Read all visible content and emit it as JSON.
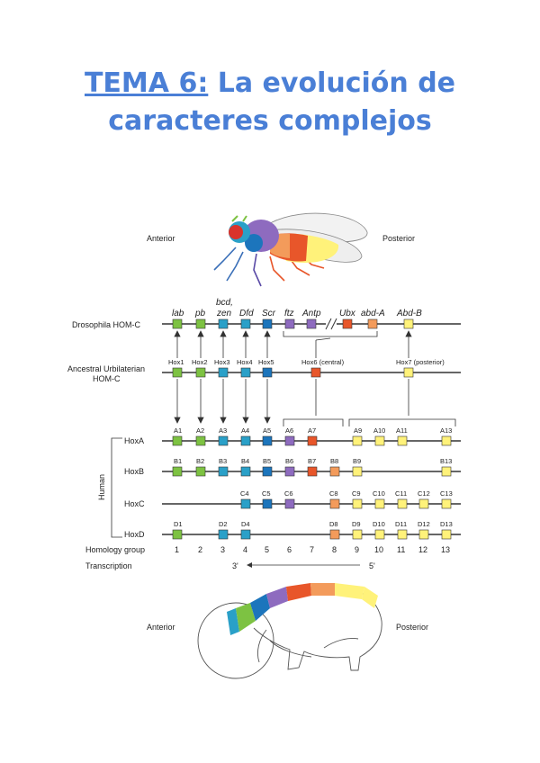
{
  "title": {
    "part1": "TEMA 6:",
    "part2": " La evolución de",
    "line2": "caracteres complejos"
  },
  "colors": {
    "title": "#4a7fd6",
    "green": "#7dc242",
    "teal": "#2aa0c8",
    "blue": "#1c75bc",
    "purple": "#8e6bbf",
    "red": "#e8562a",
    "orange": "#f39b5b",
    "yellow": "#fff27a"
  },
  "fly": {
    "anterior": "Anterior",
    "posterior": "Posterior"
  },
  "embryo": {
    "anterior": "Anterior",
    "posterior": "Posterior"
  },
  "rows": {
    "drosophila": "Drosophila HOM-C",
    "ancestral1": "Ancestral Urbilaterian",
    "ancestral2": "HOM-C",
    "human": "Human",
    "hoxA": "HoxA",
    "hoxB": "HoxB",
    "hoxC": "HoxC",
    "hoxD": "HoxD",
    "homology": "Homology group",
    "transcription": "Transcription",
    "three": "3'",
    "five": "5'"
  },
  "dros_genes": [
    "lab",
    "pb",
    "bcd,",
    "zen",
    "Dfd",
    "Scr",
    "ftz",
    "Antp",
    "Ubx",
    "abd-A",
    "Abd-B"
  ],
  "ancestral_genes": [
    "Hox1",
    "Hox2",
    "Hox3",
    "Hox4",
    "Hox5",
    "Hox6 (central)",
    "Hox7 (posterior)"
  ],
  "hoxA_labels": [
    "A1",
    "A2",
    "A3",
    "A4",
    "A5",
    "A6",
    "A7",
    "A9",
    "A10",
    "A11",
    "A13"
  ],
  "hoxB_labels": [
    "B1",
    "B2",
    "B3",
    "B4",
    "B5",
    "B6",
    "B7",
    "B8",
    "B9",
    "B13"
  ],
  "hoxC_labels": [
    "C4",
    "C5",
    "C6",
    "C8",
    "C9",
    "C10",
    "C11",
    "C12",
    "C13"
  ],
  "hoxD_labels": [
    "D1",
    "D2",
    "D4",
    "D8",
    "D9",
    "D10",
    "D11",
    "D12",
    "D13"
  ],
  "groups": [
    "1",
    "2",
    "3",
    "4",
    "5",
    "6",
    "7",
    "8",
    "9",
    "10",
    "11",
    "12",
    "13"
  ]
}
